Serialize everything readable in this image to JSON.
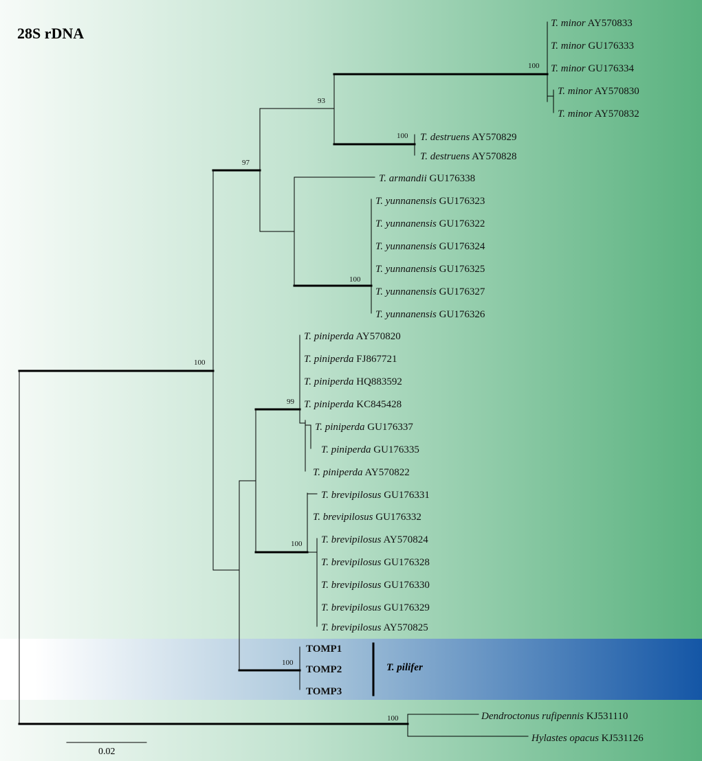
{
  "figure": {
    "title": "28S rDNA",
    "scale_bar_label": "0.02",
    "clade_label": "T. pilifer",
    "background_gradient": [
      "#f7fbf8",
      "#c2e3d0",
      "#5ab27f"
    ],
    "highlight_gradient": [
      "#ffffff",
      "#a9c6db",
      "#1456a6"
    ],
    "line_color": "#000000"
  },
  "taxa": [
    {
      "genus": "T.",
      "species": "minor",
      "accession": "AY570833"
    },
    {
      "genus": "T.",
      "species": "minor",
      "accession": "GU176333"
    },
    {
      "genus": "T.",
      "species": "minor",
      "accession": "GU176334"
    },
    {
      "genus": "T.",
      "species": "minor",
      "accession": "AY570830"
    },
    {
      "genus": "T.",
      "species": "minor",
      "accession": "AY570832"
    },
    {
      "genus": "T.",
      "species": "destruens",
      "accession": "AY570829"
    },
    {
      "genus": "T.",
      "species": "destruens",
      "accession": "AY570828"
    },
    {
      "genus": "T.",
      "species": "armandii",
      "accession": "GU176338"
    },
    {
      "genus": "T.",
      "species": "yunnanensis",
      "accession": "GU176323"
    },
    {
      "genus": "T.",
      "species": "yunnanensis",
      "accession": "GU176322"
    },
    {
      "genus": "T.",
      "species": "yunnanensis",
      "accession": "GU176324"
    },
    {
      "genus": "T.",
      "species": "yunnanensis",
      "accession": "GU176325"
    },
    {
      "genus": "T.",
      "species": "yunnanensis",
      "accession": "GU176327"
    },
    {
      "genus": "T.",
      "species": "yunnanensis",
      "accession": "GU176326"
    },
    {
      "genus": "T.",
      "species": "piniperda",
      "accession": "AY570820"
    },
    {
      "genus": "T.",
      "species": "piniperda",
      "accession": "FJ867721"
    },
    {
      "genus": "T.",
      "species": "piniperda",
      "accession": "HQ883592"
    },
    {
      "genus": "T.",
      "species": "piniperda",
      "accession": "KC845428"
    },
    {
      "genus": "T.",
      "species": "piniperda",
      "accession": "GU176337"
    },
    {
      "genus": "T.",
      "species": "piniperda",
      "accession": "GU176335"
    },
    {
      "genus": "T.",
      "species": "piniperda",
      "accession": "AY570822"
    },
    {
      "genus": "T.",
      "species": "brevipilosus",
      "accession": "GU176331"
    },
    {
      "genus": "T.",
      "species": "brevipilosus",
      "accession": "GU176332"
    },
    {
      "genus": "T.",
      "species": "brevipilosus",
      "accession": "AY570824"
    },
    {
      "genus": "T.",
      "species": "brevipilosus",
      "accession": "GU176328"
    },
    {
      "genus": "T.",
      "species": "brevipilosus",
      "accession": "GU176330"
    },
    {
      "genus": "T.",
      "species": "brevipilosus",
      "accession": "GU176329"
    },
    {
      "genus": "T.",
      "species": "brevipilosus",
      "accession": "AY570825"
    },
    {
      "name": "TOMP1",
      "bold": true
    },
    {
      "name": "TOMP2",
      "bold": true
    },
    {
      "name": "TOMP3",
      "bold": true
    },
    {
      "species": "Dendroctonus rufipennis",
      "accession": "KJ531110"
    },
    {
      "species": "Hylastes opacus",
      "accession": "KJ531126"
    }
  ],
  "supports": [
    "100",
    "93",
    "100",
    "97",
    "100",
    "100",
    "99",
    "100",
    "100",
    "100"
  ]
}
